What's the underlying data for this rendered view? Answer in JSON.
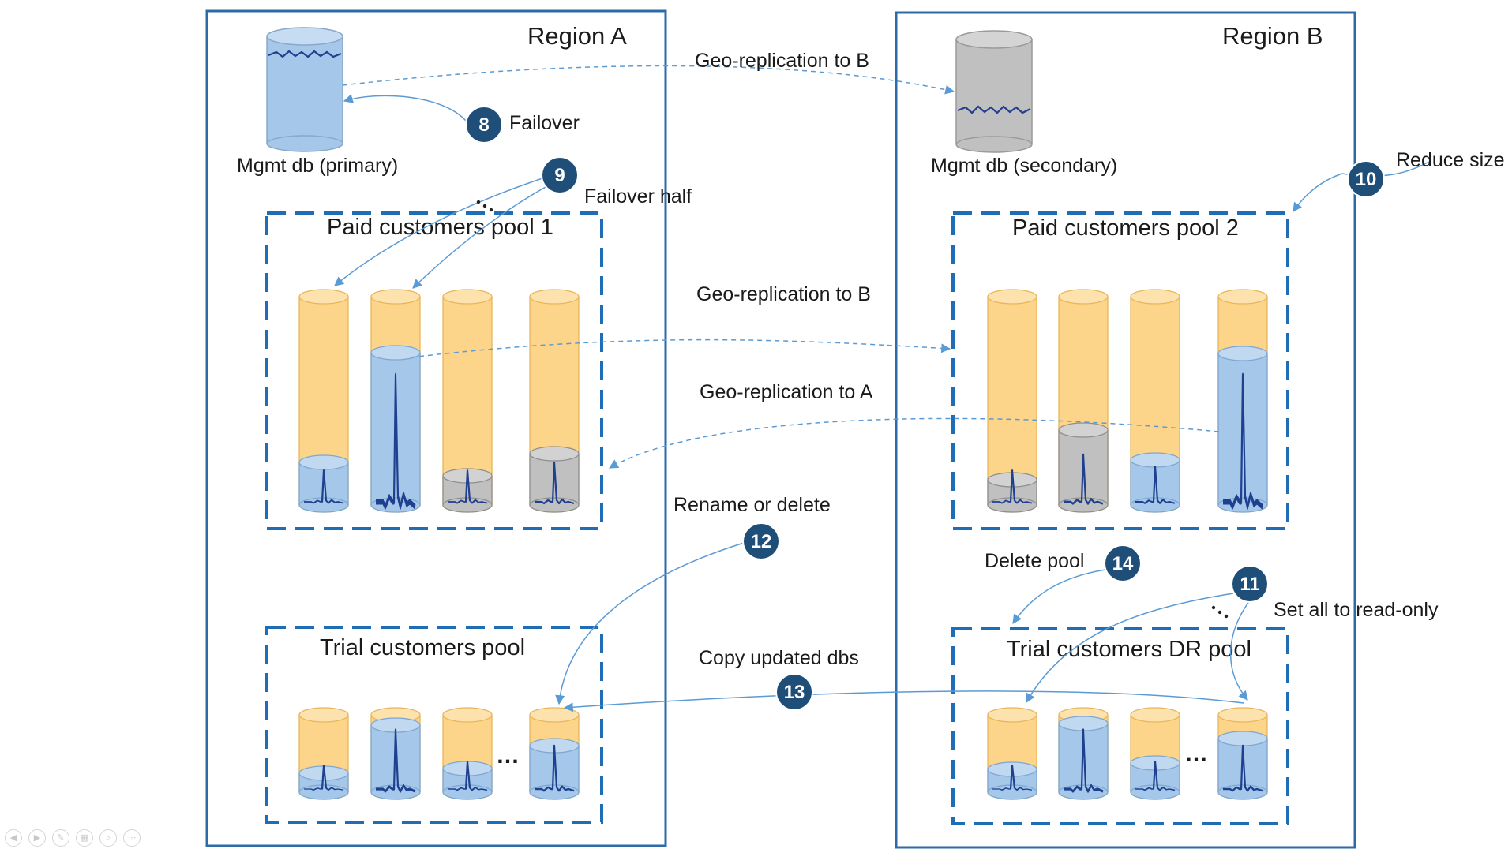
{
  "regions": {
    "a": {
      "title": "Region A"
    },
    "b": {
      "title": "Region B"
    }
  },
  "databases": {
    "mgmt_primary": "Mgmt db (primary)",
    "mgmt_secondary": "Mgmt db (secondary)"
  },
  "pools": {
    "paid1": "Paid customers pool 1",
    "paid2": "Paid customers pool 2",
    "trial": "Trial customers pool",
    "trial_dr": "Trial customers DR pool"
  },
  "annotations": {
    "geo_top": "Geo-replication to B",
    "geo_pool_to_b": "Geo-replication to B",
    "geo_pool_to_a": "Geo-replication to A",
    "rename": "Rename or delete",
    "copy": "Copy updated dbs",
    "delete_pool": "Delete pool",
    "read_only": "Set all to read-only",
    "reduce": "Reduce size",
    "failover": "Failover",
    "failover_half": "Failover half"
  },
  "steps": {
    "s8": "8",
    "s9": "9",
    "s10": "10",
    "s11": "11",
    "s12": "12",
    "s13": "13",
    "s14": "14"
  },
  "ellipsis": {
    "trial": "…",
    "trial_dr": "…"
  },
  "player_controls": [
    "previous-icon",
    "next-icon",
    "pen-icon",
    "slides-icon",
    "zoom-icon",
    "more-icon"
  ],
  "colors": {
    "region_border": "#2e6aa8",
    "pool_border": "#1f6db5",
    "db_blue": "#a5c8ea",
    "db_orange": "#fdd58a",
    "db_gray": "#c0c0c0",
    "badge": "#1f4e79",
    "connector": "#5b9bd5",
    "spike": "#1f3f8f"
  }
}
